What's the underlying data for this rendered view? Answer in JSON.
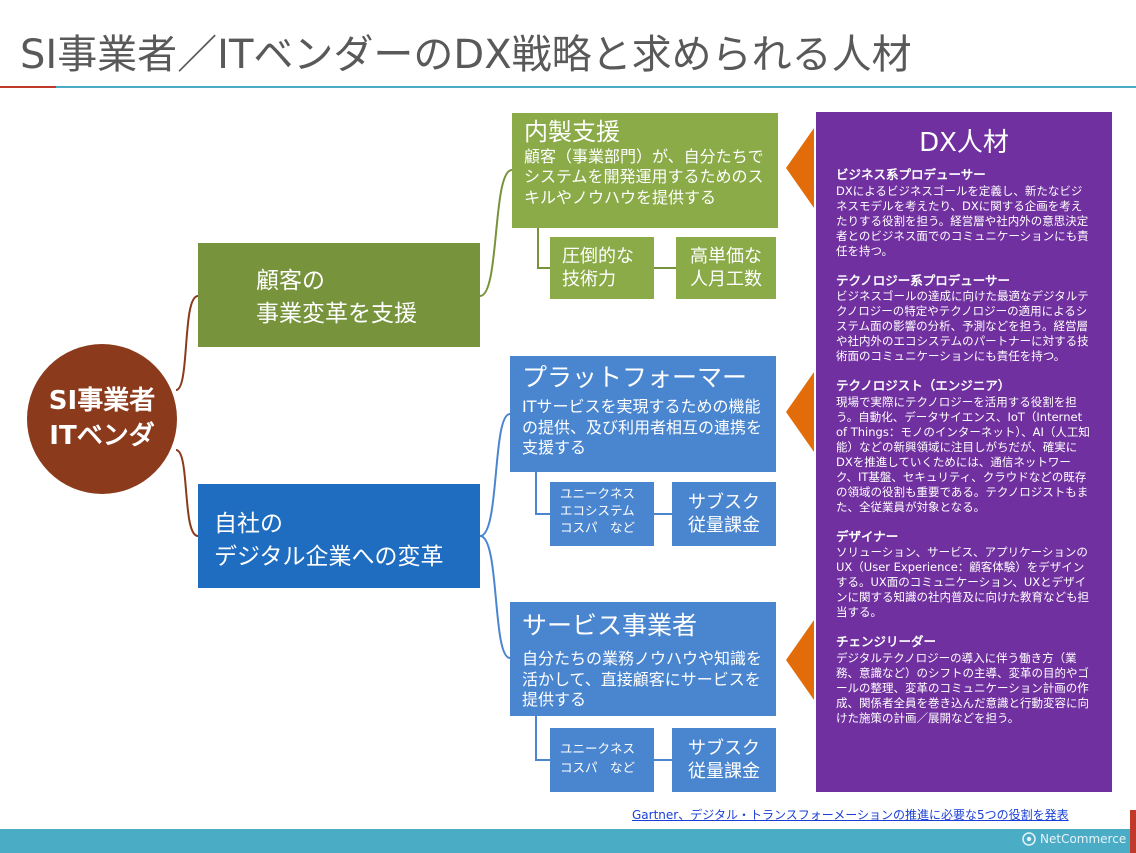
{
  "title": "SI事業者／ITベンダーのDX戦略と求められる人材",
  "center": {
    "line1": "SI事業者",
    "line2": "ITベンダ"
  },
  "branch_top": {
    "line1": "顧客の",
    "line2": "事業変革を支援"
  },
  "branch_bottom": {
    "line1": "自社の",
    "line2": "デジタル企業への変革"
  },
  "naisei": {
    "head": "内製支援",
    "text": "顧客（事業部門）が、自分たちでシステムを開発運用するためのスキルやノウハウを提供する",
    "sub1": "圧倒的な技術力",
    "sub2": "高単価な人月工数"
  },
  "platformer": {
    "head": "プラットフォーマー",
    "text": "ITサービスを実現するための機能の提供、及び利用者相互の連携を支援する",
    "sub1_lines": [
      "ユニークネス",
      "エコシステム",
      "コスパ　など"
    ],
    "sub2": "サブスク従量課金"
  },
  "service": {
    "head": "サービス事業者",
    "text": "自分たちの業務ノウハウや知識を活かして、直接顧客にサービスを提供する",
    "sub1_lines": [
      "ユニークネス",
      "コスパ　など"
    ],
    "sub2": "サブスク従量課金"
  },
  "dx": {
    "title": "DX人材",
    "roles": [
      {
        "head": "ビジネス系プロデューサー",
        "body": "DXによるビジネスゴールを定義し、新たなビジネスモデルを考えたり、DXに関する企画を考えたりする役割を担う。経営層や社内外の意思決定者とのビジネス面でのコミュニケーションにも責任を持つ。"
      },
      {
        "head": "テクノロジー系プロデューサー",
        "body": "ビジネスゴールの達成に向けた最適なデジタルテクノロジーの特定やテクノロジーの適用によるシステム面の影響の分析、予測などを担う。経営層や社内外のエコシステムのパートナーに対する技術面のコミュニケーションにも責任を持つ。"
      },
      {
        "head": "テクノロジスト（エンジニア）",
        "body": "現場で実際にテクノロジーを活用する役割を担う。自動化、データサイエンス、IoT（Internet of Things：モノのインターネット）、AI（人工知能）などの新興領域に注目しがちだが、確実にDXを推進していくためには、通信ネットワーク、IT基盤、セキュリティ、クラウドなどの既存の領域の役割も重要である。テクノロジストもまた、全従業員が対象となる。"
      },
      {
        "head": "デザイナー",
        "body": "ソリューション、サービス、アプリケーションのUX（User Experience：顧客体験）をデザインする。UX面のコミュニケーション、UXとデザインに関する知識の社内普及に向けた教育なども担当する。"
      },
      {
        "head": "チェンジリーダー",
        "body": "デジタルテクノロジーの導入に伴う働き方（業務、意識など）のシフトの主導、変革の目的やゴールの整理、変革のコミュニケーション計画の作成、関係者全員を巻き込んだ意識と行動変容に向けた施策の計画／展開などを担う。"
      }
    ]
  },
  "source": "Gartner、デジタル・トランスフォーメーションの推進に必要な5つの役割を発表",
  "logo": "NetCommerce",
  "colors": {
    "green": "#77933c",
    "blue": "#1f6dc0",
    "purple": "#7030a0",
    "brown": "#8b3a1c",
    "orange": "#e36c0a"
  }
}
